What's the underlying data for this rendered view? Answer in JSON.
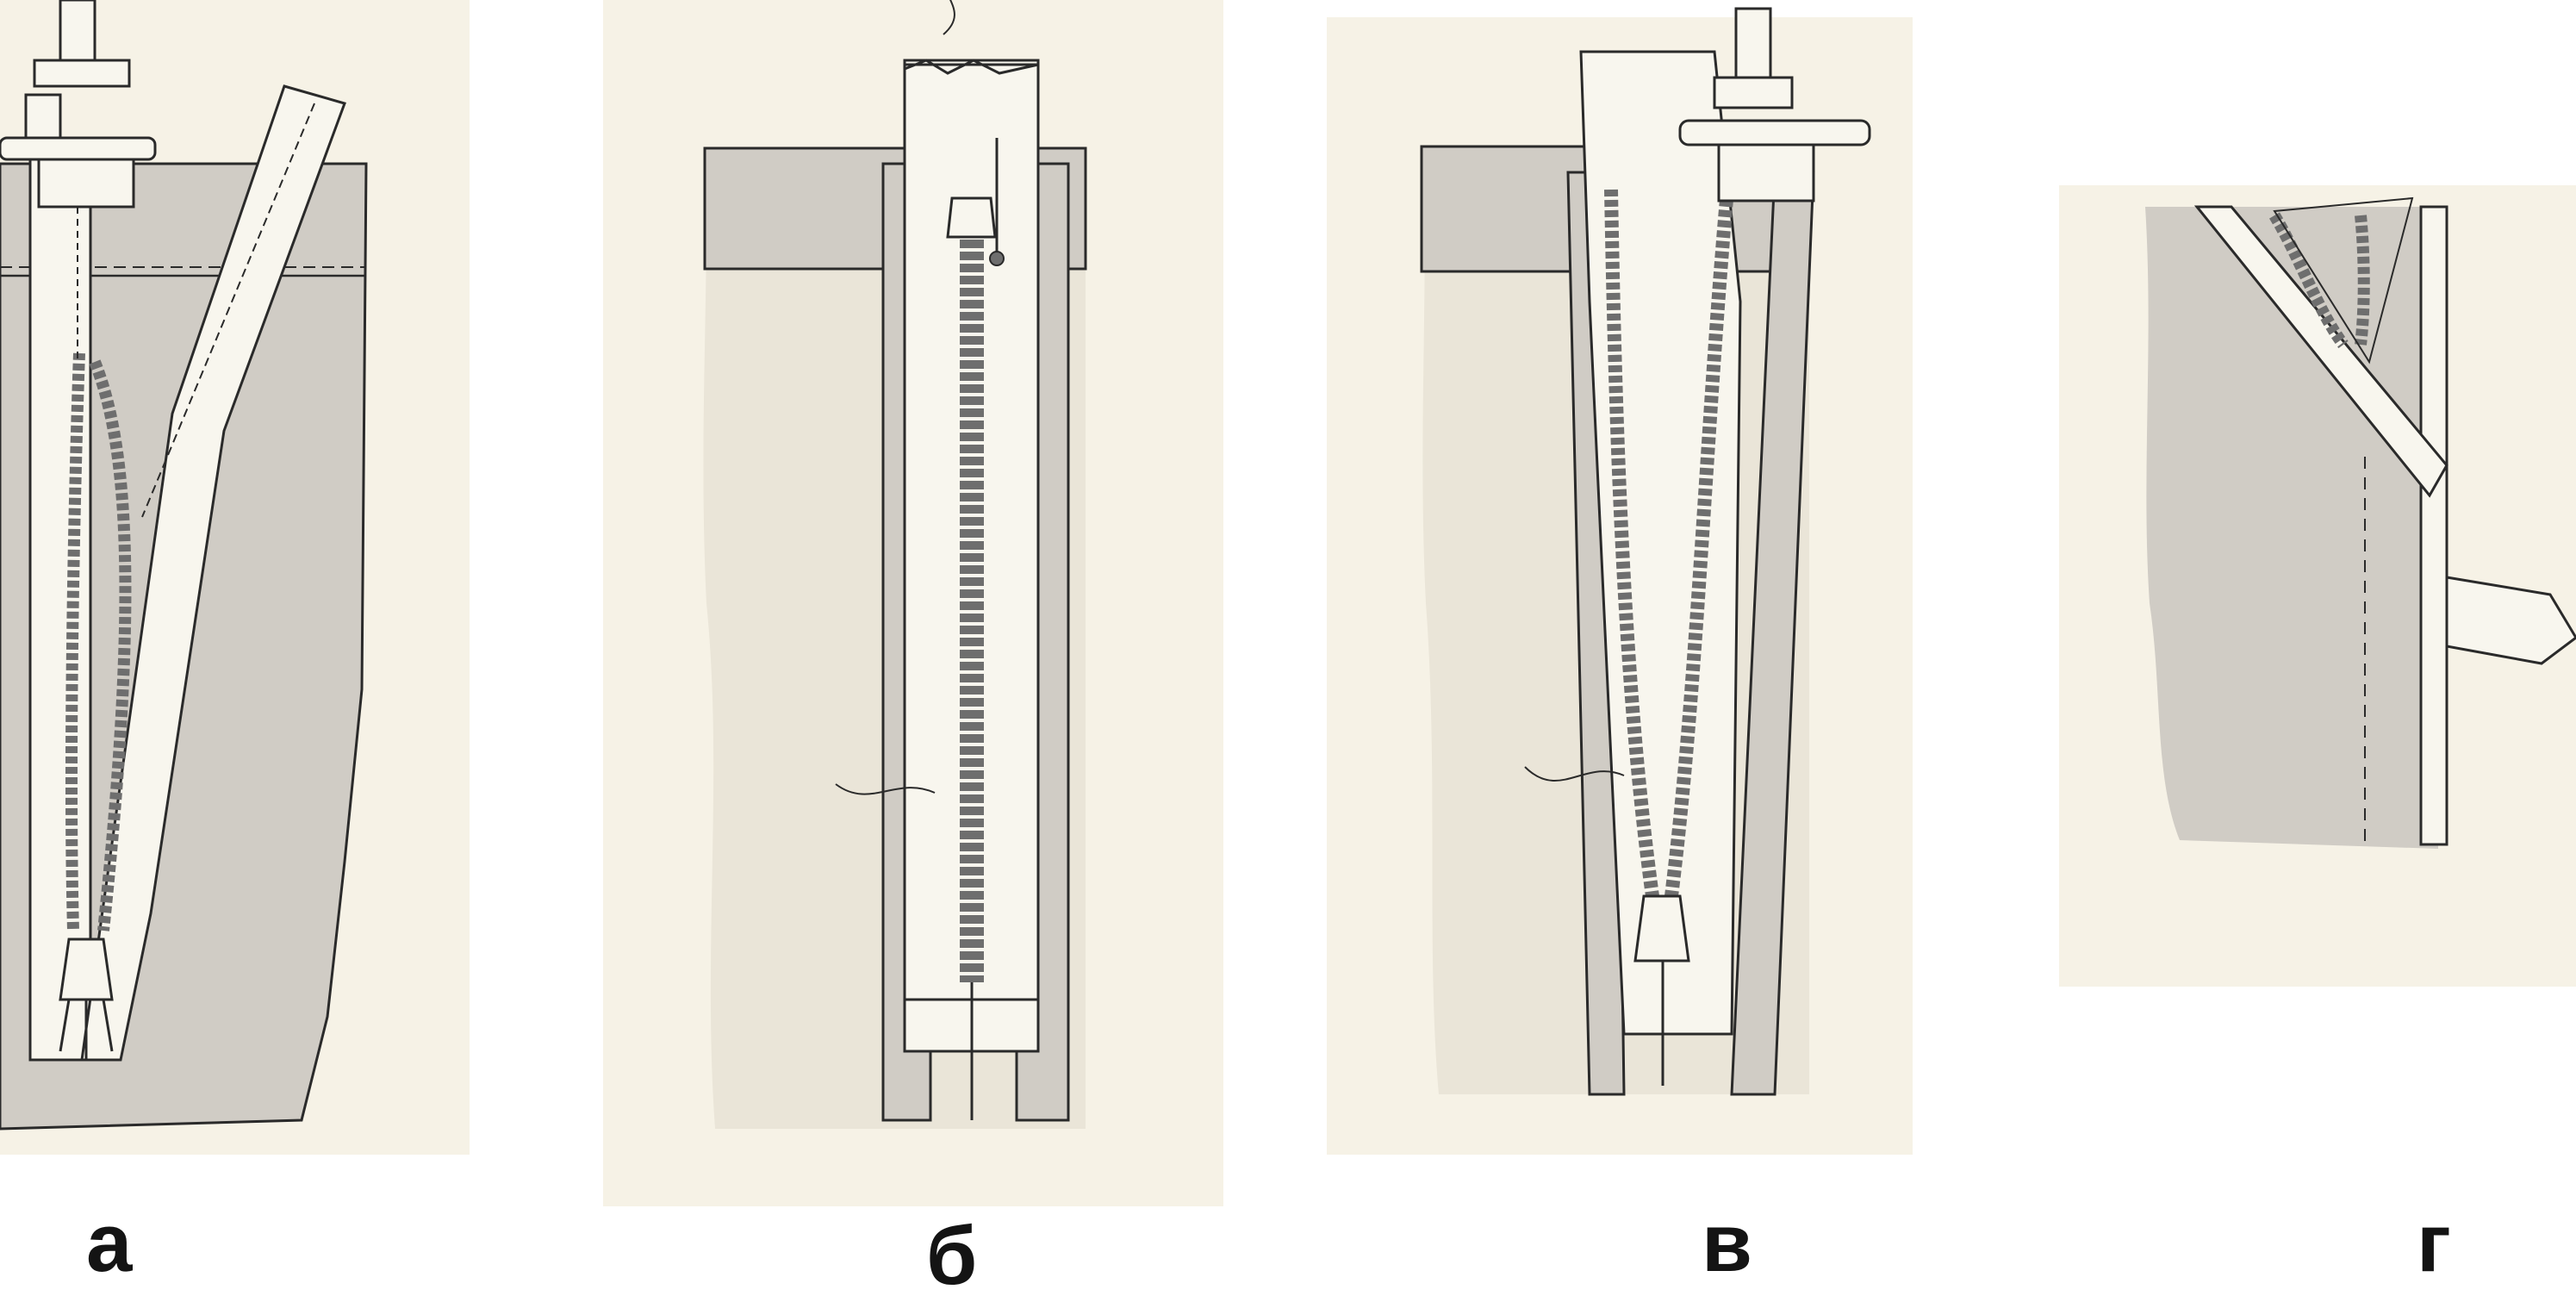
{
  "figure": {
    "panels": [
      {
        "id": "a",
        "label": "а"
      },
      {
        "id": "b",
        "label": "б"
      },
      {
        "id": "c",
        "label": "в"
      },
      {
        "id": "d",
        "label": "г"
      }
    ]
  },
  "colors": {
    "paper": "#f6f2e6",
    "fabric": "#d0ccc5",
    "fabric_light": "#eae5d8",
    "tape": "#f8f6ee",
    "line": "#2a2a2a",
    "teeth": "#6e6e6e"
  },
  "icons": [
    "sewing-machine-foot-icon",
    "zipper-slider-icon",
    "zipper-teeth-icon",
    "thread-icon"
  ]
}
